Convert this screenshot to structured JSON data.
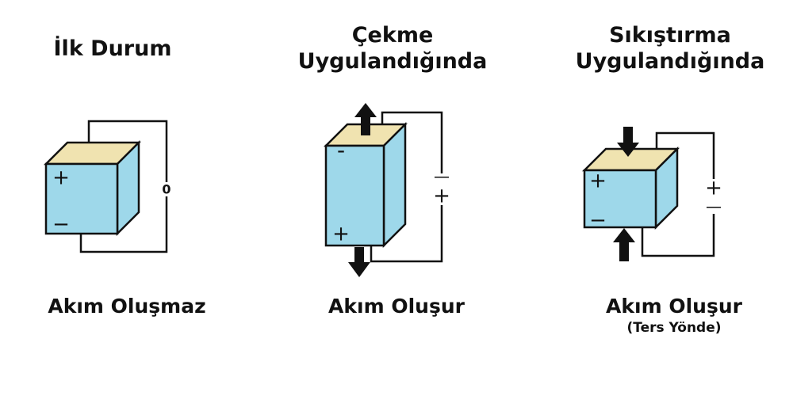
{
  "panels": [
    {
      "title_lines": [
        "İlk Durum"
      ],
      "positive_sign": "+",
      "negative_sign": "−",
      "meter_reading": "0",
      "caption": "Akım Oluşmaz"
    },
    {
      "title_lines": [
        "Çekme",
        "Uygulandığında"
      ],
      "top_sign": "-",
      "bottom_sign": "+",
      "meter_top_sign": "—",
      "meter_bottom_sign": "+",
      "caption": "Akım Oluşur"
    },
    {
      "title_lines": [
        "Sıkıştırma",
        "Uygulandığında"
      ],
      "positive_sign": "+",
      "negative_sign": "−",
      "meter_top_sign": "+",
      "meter_bottom_sign": "—",
      "caption": "Akım Oluşur",
      "subcaption": "(Ters Yönde)"
    }
  ],
  "colors": {
    "crystal_front": "#9ed8ea",
    "crystal_top": "#f0e3b0",
    "outline": "#111111",
    "wire": "#111111",
    "arrow": "#111111"
  }
}
